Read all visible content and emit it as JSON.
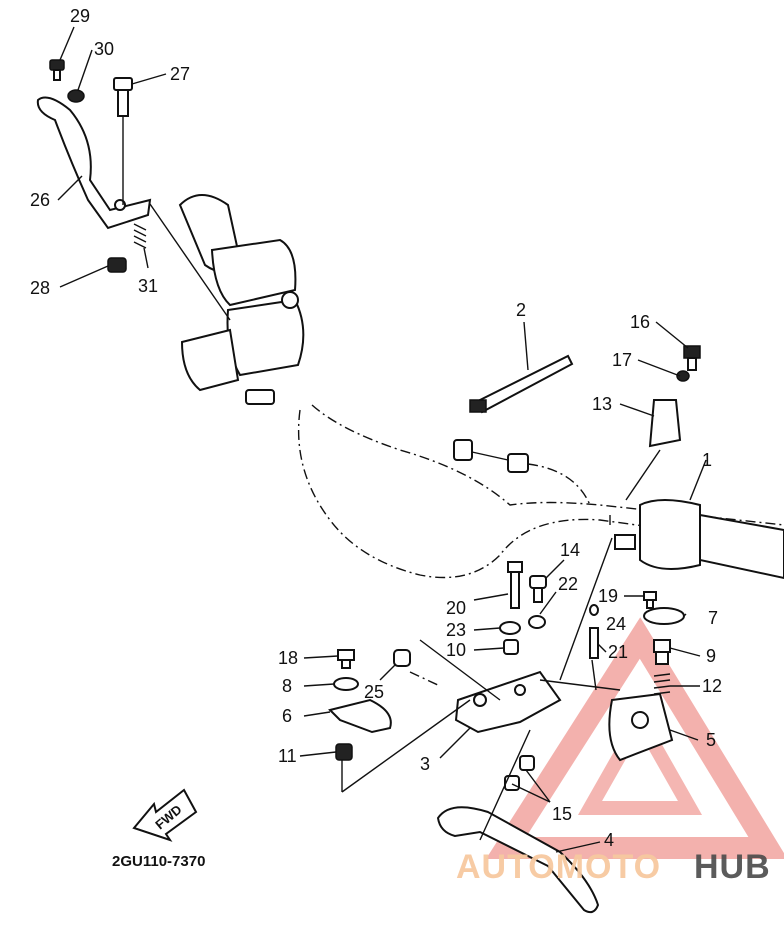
{
  "diagram": {
    "drawing_code": "2GU110-7370",
    "fwd_label": "FWD",
    "watermark": {
      "word1": "AUTOMOTO",
      "word2": "HUB",
      "accent": "#f2a9a4",
      "accent2": "#f7c9a0",
      "dark": "#4a4a4a"
    },
    "labels": [
      {
        "id": "29",
        "text": "29"
      },
      {
        "id": "30",
        "text": "30"
      },
      {
        "id": "27",
        "text": "27"
      },
      {
        "id": "26",
        "text": "26"
      },
      {
        "id": "28",
        "text": "28"
      },
      {
        "id": "31",
        "text": "31"
      },
      {
        "id": "2",
        "text": "2"
      },
      {
        "id": "16",
        "text": "16"
      },
      {
        "id": "17",
        "text": "17"
      },
      {
        "id": "13",
        "text": "13"
      },
      {
        "id": "1",
        "text": "1"
      },
      {
        "id": "14",
        "text": "14"
      },
      {
        "id": "22",
        "text": "22"
      },
      {
        "id": "20",
        "text": "20"
      },
      {
        "id": "19",
        "text": "19"
      },
      {
        "id": "24",
        "text": "24"
      },
      {
        "id": "7",
        "text": "7"
      },
      {
        "id": "23",
        "text": "23"
      },
      {
        "id": "10",
        "text": "10"
      },
      {
        "id": "21",
        "text": "21"
      },
      {
        "id": "9",
        "text": "9"
      },
      {
        "id": "18",
        "text": "18"
      },
      {
        "id": "8",
        "text": "8"
      },
      {
        "id": "25",
        "text": "25"
      },
      {
        "id": "12",
        "text": "12"
      },
      {
        "id": "6",
        "text": "6"
      },
      {
        "id": "5",
        "text": "5"
      },
      {
        "id": "11",
        "text": "11"
      },
      {
        "id": "3",
        "text": "3"
      },
      {
        "id": "15",
        "text": "15"
      },
      {
        "id": "4",
        "text": "4"
      }
    ]
  }
}
